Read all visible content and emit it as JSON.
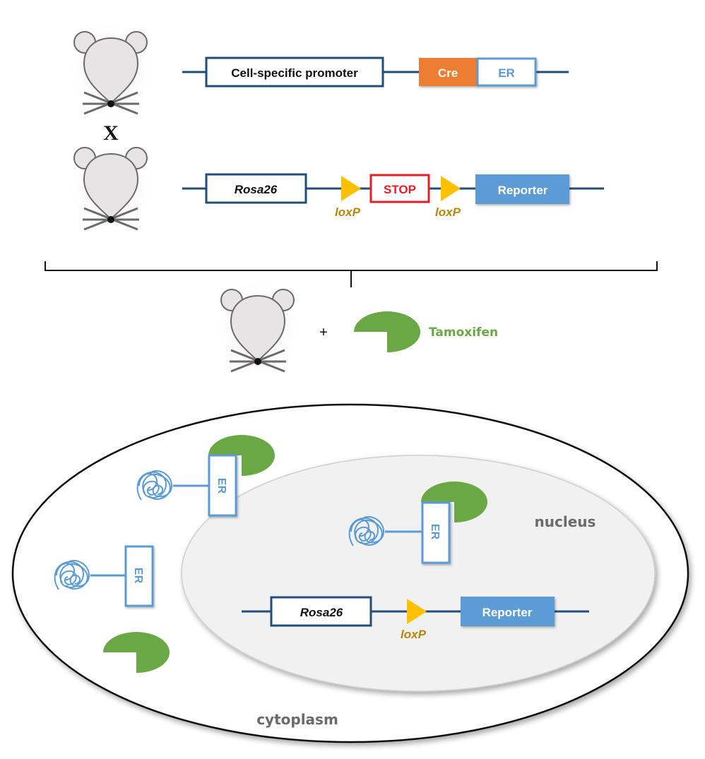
{
  "colors": {
    "dna_line": "#1f4e79",
    "cre_fill": "#ed7d31",
    "er_blue": "#5b9bd5",
    "reporter_fill": "#5b9bd5",
    "stop_red": "#e31f26",
    "loxp_gold": "#ffc000",
    "loxp_text": "#b8860b",
    "tamoxifen_green": "#6aa845",
    "mouse_fill": "#e6e4e5",
    "mouse_stroke": "#6b6b6b",
    "nucleus_fill": "#f1f1f1"
  },
  "cross": {
    "symbol": "X",
    "construct1": {
      "promoter_label": "Cell-specific promoter",
      "cre_label": "Cre",
      "er_label": "ER"
    },
    "construct2": {
      "locus_label": "Rosa26",
      "loxp_label_1": "loxP",
      "stop_label": "STOP",
      "loxp_label_2": "loxP",
      "reporter_label": "Reporter"
    }
  },
  "offspring": {
    "plus": "+",
    "drug_label": "Tamoxifen"
  },
  "cell": {
    "cytoplasm_label": "cytoplasm",
    "nucleus_label": "nucleus",
    "er_labels": [
      "ER",
      "ER",
      "ER"
    ],
    "recombined_construct": {
      "locus_label": "Rosa26",
      "loxp_label": "loxP",
      "reporter_label": "Reporter"
    }
  }
}
